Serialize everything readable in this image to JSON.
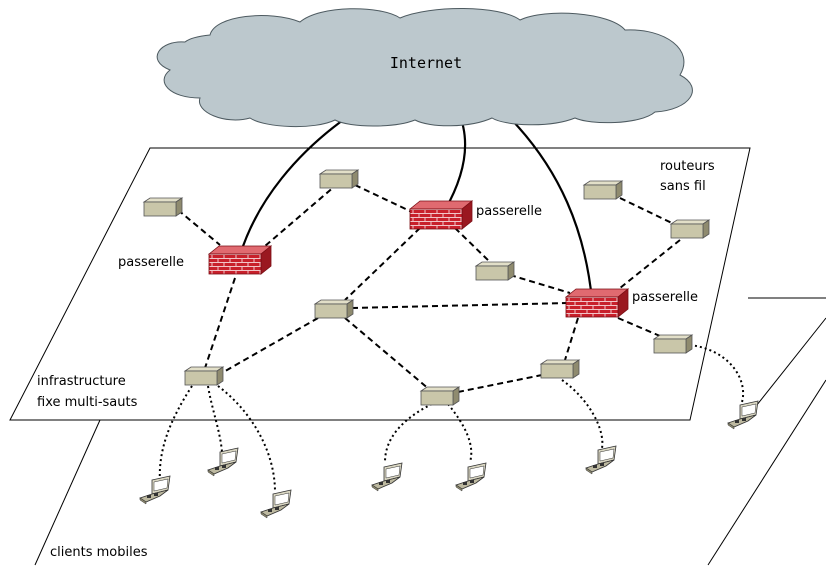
{
  "cloud": {
    "label": "Internet",
    "fill": "#bcc8cd"
  },
  "labels": {
    "routers": [
      "routeurs",
      "sans fil"
    ],
    "gateway": "passerelle",
    "infrastructure": [
      "infrastructure",
      "fixe multi-sauts"
    ],
    "clients": "clients mobiles"
  },
  "colors": {
    "router_body": "#c9c6a9",
    "router_shade": "#8f8b6f",
    "firewall": "#c8202b",
    "firewall_top": "#e06a70",
    "laptop": "#d9d6c2"
  },
  "nodes": {
    "routers": [
      "r1",
      "r2",
      "r3",
      "r4",
      "r5",
      "r6",
      "r7",
      "r8",
      "r9",
      "r10"
    ],
    "gateways": [
      "gw-left",
      "gw-center",
      "gw-right"
    ],
    "laptops": [
      "l1",
      "l2",
      "l3",
      "l4",
      "l5",
      "l6",
      "l7"
    ]
  }
}
